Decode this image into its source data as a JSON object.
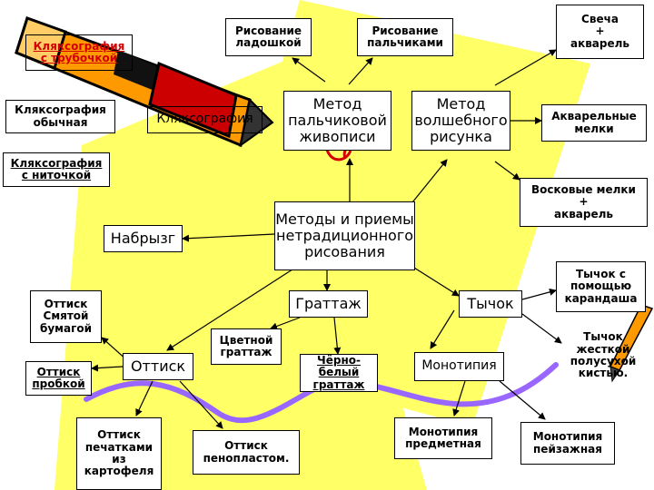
{
  "colors": {
    "paper": "#ffff66",
    "pencil_body": "#ff9900",
    "pencil_cap": "#cc0000",
    "squiggle": "#9966ff",
    "arrow": "#000000"
  },
  "decor": {
    "pencil_icon": "pencil-icon",
    "small_pencil_icon": "small-pencil-icon"
  },
  "nodes": {
    "risovanie_ladoshkoy": "Рисование\nладошкой",
    "risovanie_palchikami": "Рисование\nпальчиками",
    "svecha_akvarel": "Свеча\n+\nакварель",
    "klyaksografiya_trubochkoy": "Кляксография\nс трубочкой",
    "klyaksografiya_obychnaya": "Кляксография\nобычная",
    "klyaksografiya": "Кляксография",
    "metod_palchikovoy": "Метод\nпальчиковой\nживописи",
    "metod_volshebnogo": "Метод\nволшебного\nрисунка",
    "akvarelnye_melki": "Акварельные\nмелки",
    "klyaksografiya_nitochkoy": "Кляксография\nс ниточкой",
    "voskovye_melki": "Восковые мелки\n+\nакварель",
    "nabryzg": "Набрызг",
    "center": "Методы и приемы\nнетрадиционного\nрисования",
    "tychok_karandasha": "Тычок с\nпомощью\nкарандаша",
    "ottisk_smyatoy": "Оттиск\nСмятой\nбумагой",
    "grattazh": "Граттаж",
    "tychok": "Тычок",
    "tsvetnoy_grattazh": "Цветной\nграттаж",
    "tychok_kistyu": "Тычок\nжесткой\nполусухой\nкистью.",
    "ottisk_probkoy": "Оттиск\nпробкой",
    "ottisk": "Оттиск",
    "cherno_belyy_grattazh": "Чёрно-белый\nграттаж",
    "monotipiya": "Монотипия",
    "ottisk_pechatkami": "Оттиск\nпечатками\nиз\nкартофеля",
    "ottisk_penoplastom": "Оттиск\nпенопластом.",
    "monotipiya_predmetnaya": "Монотипия\nпредметная",
    "monotipiya_peyzazhnaya": "Монотипия\nпейзажная"
  }
}
